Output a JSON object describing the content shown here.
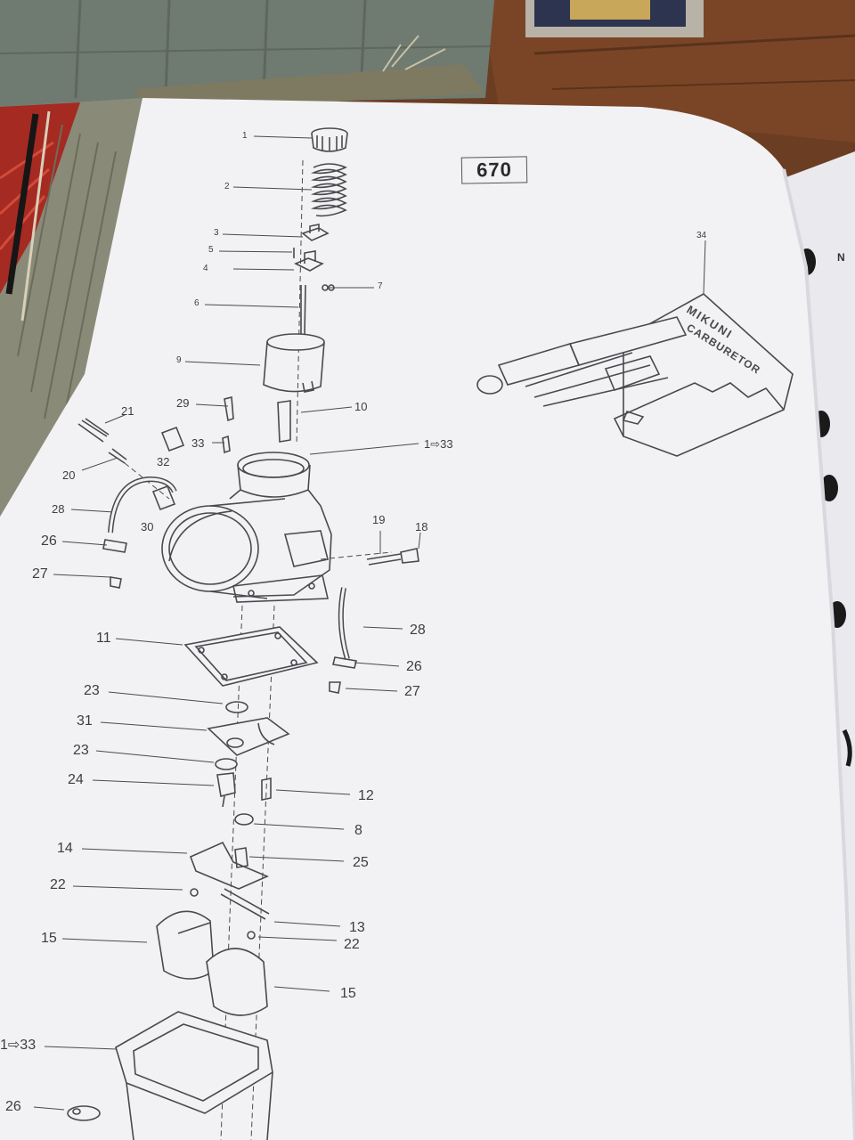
{
  "page_number": "670",
  "next_page_text": "N",
  "tool": {
    "item": "34",
    "imprint": [
      "MIKUNI",
      "CARBURETOR"
    ]
  },
  "callouts": [
    {
      "id": "c1",
      "text": "1"
    },
    {
      "id": "c2",
      "text": "2"
    },
    {
      "id": "c3",
      "text": "3"
    },
    {
      "id": "c5",
      "text": "5"
    },
    {
      "id": "c4",
      "text": "4"
    },
    {
      "id": "c7",
      "text": "7"
    },
    {
      "id": "c6",
      "text": "6"
    },
    {
      "id": "c9",
      "text": "9"
    },
    {
      "id": "c29",
      "text": "29"
    },
    {
      "id": "c10",
      "text": "10"
    },
    {
      "id": "c21",
      "text": "21"
    },
    {
      "id": "c33a",
      "text": "33"
    },
    {
      "id": "c32",
      "text": "32"
    },
    {
      "id": "c133a",
      "text": "1⇨33"
    },
    {
      "id": "c20",
      "text": "20"
    },
    {
      "id": "c28a",
      "text": "28"
    },
    {
      "id": "c30",
      "text": "30"
    },
    {
      "id": "c19",
      "text": "19"
    },
    {
      "id": "c18",
      "text": "18"
    },
    {
      "id": "c26a",
      "text": "26"
    },
    {
      "id": "c27a",
      "text": "27"
    },
    {
      "id": "c28b",
      "text": "28"
    },
    {
      "id": "c11",
      "text": "11"
    },
    {
      "id": "c26b",
      "text": "26"
    },
    {
      "id": "c27b",
      "text": "27"
    },
    {
      "id": "c23a",
      "text": "23"
    },
    {
      "id": "c31",
      "text": "31"
    },
    {
      "id": "c23b",
      "text": "23"
    },
    {
      "id": "c24",
      "text": "24"
    },
    {
      "id": "c12",
      "text": "12"
    },
    {
      "id": "c8",
      "text": "8"
    },
    {
      "id": "c14",
      "text": "14"
    },
    {
      "id": "c25",
      "text": "25"
    },
    {
      "id": "c22a",
      "text": "22"
    },
    {
      "id": "c13",
      "text": "13"
    },
    {
      "id": "c15a",
      "text": "15"
    },
    {
      "id": "c22b",
      "text": "22"
    },
    {
      "id": "c15b",
      "text": "15"
    },
    {
      "id": "c133b",
      "text": "1⇨33"
    },
    {
      "id": "c26c",
      "text": "26"
    }
  ]
}
